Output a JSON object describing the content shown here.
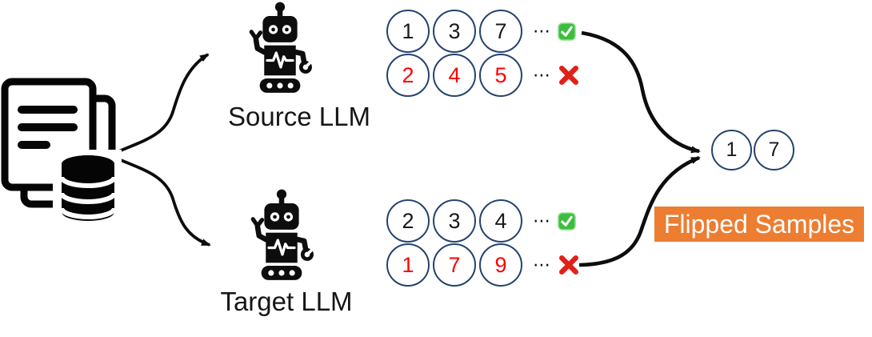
{
  "diagram_title": "LLM sample transfer / flipped samples diagram",
  "colors": {
    "circle_stroke": "#24436e",
    "number_black": "#1a1a1a",
    "number_red": "#ff0000",
    "check_green": "#3dbd3e",
    "cross_red": "#e0211a",
    "flipped_bg": "#ED7D31",
    "flipped_text": "#ffffff",
    "arrow": "#0d0d0d"
  },
  "icons": {
    "dataset": "document-database-icon",
    "robot": "robot-icon",
    "check": "green-check-icon",
    "cross": "red-cross-icon",
    "ellipsis": "⋯"
  },
  "source": {
    "label": "Source LLM",
    "rows": [
      {
        "numbers": [
          "1",
          "3",
          "7"
        ],
        "status": "check"
      },
      {
        "numbers": [
          "2",
          "4",
          "5"
        ],
        "status": "cross"
      }
    ]
  },
  "target": {
    "label": "Target LLM",
    "rows": [
      {
        "numbers": [
          "2",
          "3",
          "4"
        ],
        "status": "check"
      },
      {
        "numbers": [
          "1",
          "7",
          "9"
        ],
        "status": "cross"
      }
    ]
  },
  "flipped": {
    "label": "Flipped Samples",
    "numbers": [
      "1",
      "7"
    ]
  }
}
